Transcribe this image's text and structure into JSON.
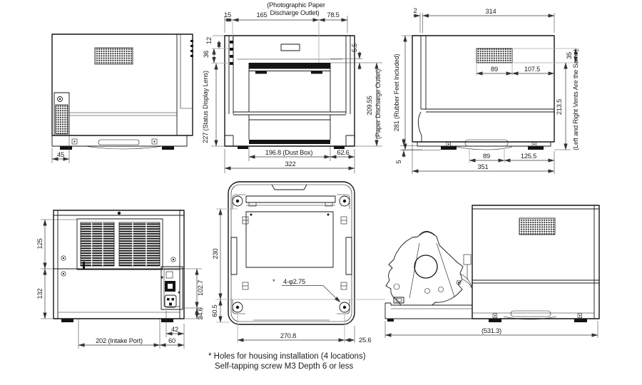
{
  "note": {
    "line1": "* Holes for housing installation (4 locations)",
    "line2": "Self-tapping screw M3 Depth 6 or less"
  },
  "views": {
    "side_left": {
      "name": "Left side view",
      "dims": {
        "d45": "45"
      }
    },
    "front": {
      "name": "Front view",
      "labels": {
        "photo1": "(Photographic Paper",
        "photo2": "Discharge Outlet)",
        "status": "227 (Status Display Lens)",
        "outlet_val": "209.55",
        "outlet_lab": "(Paper Discharge Outlet)",
        "dustbox": "196.8 (Dust Box)"
      },
      "dims": {
        "d15": "15",
        "d165": "165",
        "d78_5": "78.5",
        "d12": "12",
        "d36": "36",
        "d5_5": "5.5",
        "d62_6": "62.6",
        "d322": "322"
      }
    },
    "side_right": {
      "name": "Right side view",
      "labels": {
        "height": "281 (Rubber Feet Included)",
        "vents": "(Left and Right Vents Are the Same)"
      },
      "dims": {
        "d2": "2",
        "d314": "314",
        "d89v": "89",
        "d107_5": "107.5",
        "d35": "35",
        "d213_5": "213.5",
        "d5": "5",
        "d89h": "89",
        "d125_5": "125.5",
        "d351": "351"
      }
    },
    "rear": {
      "name": "Rear view",
      "labels": {
        "intake": "202 (Intake Port)"
      },
      "dims": {
        "d125": "125",
        "d132": "132",
        "d102_7": "102.7",
        "d34_6": "34.6",
        "d42": "42",
        "d60": "60"
      }
    },
    "bottom": {
      "name": "Bottom view",
      "labels": {
        "mark": "*",
        "holes": "4-φ2.75"
      },
      "dims": {
        "d230": "230",
        "d60_5": "60.5",
        "d270_8": "270.8",
        "d25_6": "25.6"
      }
    },
    "side_open": {
      "name": "Side view mechanism extended",
      "dims": {
        "d531": "(531.3)"
      }
    }
  }
}
